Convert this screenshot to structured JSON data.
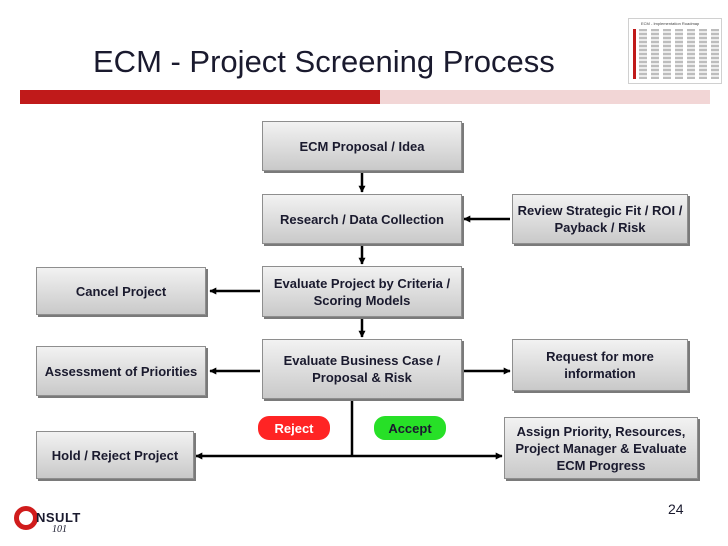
{
  "title": "ECM - Project Screening Process",
  "thumbnail": {
    "title": "ECM - Implementation Roadmap"
  },
  "boxes": {
    "proposal": "ECM Proposal / Idea",
    "research": "Research / Data Collection",
    "evaluate_criteria": "Evaluate Project by Criteria / Scoring Models",
    "evaluate_business": "Evaluate Business Case / Proposal & Risk",
    "review_strategic": "Review Strategic Fit / ROI / Payback / Risk",
    "request_info": "Request for more information",
    "assign_priority": "Assign Priority, Resources, Project Manager & Evaluate ECM Progress",
    "cancel_project": "Cancel Project",
    "assessment": "Assessment of Priorities",
    "hold_reject": "Hold / Reject Project"
  },
  "decisions": {
    "reject": "Reject",
    "accept": "Accept"
  },
  "page_number": "24",
  "logo": {
    "text": "NSULT",
    "sub": "101"
  },
  "colors": {
    "title_bar_red": "#c01a1a",
    "reject": "#ff2424",
    "accept": "#27e027",
    "box_border": "#8e8e8e"
  }
}
